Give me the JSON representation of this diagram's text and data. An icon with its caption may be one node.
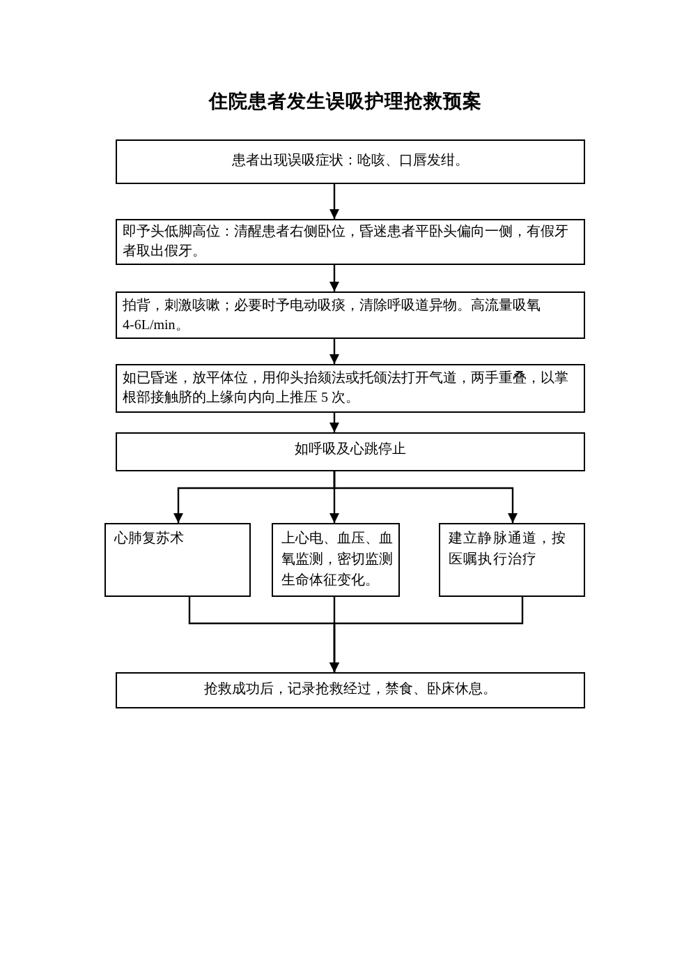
{
  "diagram": {
    "title": "住院患者发生误吸护理抢救预案",
    "nodes": [
      {
        "text": [
          "患者出现误吸症状：呛咳、口唇发绀。"
        ]
      },
      {
        "text": [
          "即予头低脚高位：清醒患者右侧卧位，昏迷患者平卧头偏向一侧，有假牙者取出假牙。"
        ]
      },
      {
        "text": [
          "拍背，刺激咳嗽；必要时予电动吸痰，清除呼吸道异物。高流量吸氧4-6L/min。"
        ]
      },
      {
        "text": [
          "如已昏迷，放平体位，用仰头抬颏法或托颌法打开气道，两手重叠，以掌根部接触脐的上缘向内向上推压 5 次。"
        ]
      },
      {
        "text": [
          "如呼吸及心跳停止"
        ]
      },
      {
        "text": [
          "心肺复苏术"
        ]
      },
      {
        "text": [
          "上心电、血压、血氧监测，密切监测生命体征变化。"
        ]
      },
      {
        "text": [
          "建立静脉通道，按医嘱执行治疗"
        ]
      },
      {
        "text": [
          "抢救成功后，记录抢救经过，禁食、卧床休息。"
        ]
      }
    ],
    "edges": [
      {
        "from": 0,
        "to": 1,
        "arrow": "to"
      },
      {
        "from": 1,
        "to": 2,
        "arrow": "to"
      },
      {
        "from": 2,
        "to": 3,
        "arrow": "to"
      },
      {
        "from": 3,
        "to": 4,
        "arrow": "to"
      },
      {
        "from": 4,
        "to": 5,
        "arrow": "to"
      },
      {
        "from": 4,
        "to": 6,
        "arrow": "to"
      },
      {
        "from": 4,
        "to": 7,
        "arrow": "to"
      },
      {
        "from": 5,
        "to": 8,
        "arrow": "to"
      },
      {
        "from": 6,
        "to": 8,
        "arrow": "to"
      },
      {
        "from": 7,
        "to": 8,
        "arrow": "to"
      }
    ]
  }
}
